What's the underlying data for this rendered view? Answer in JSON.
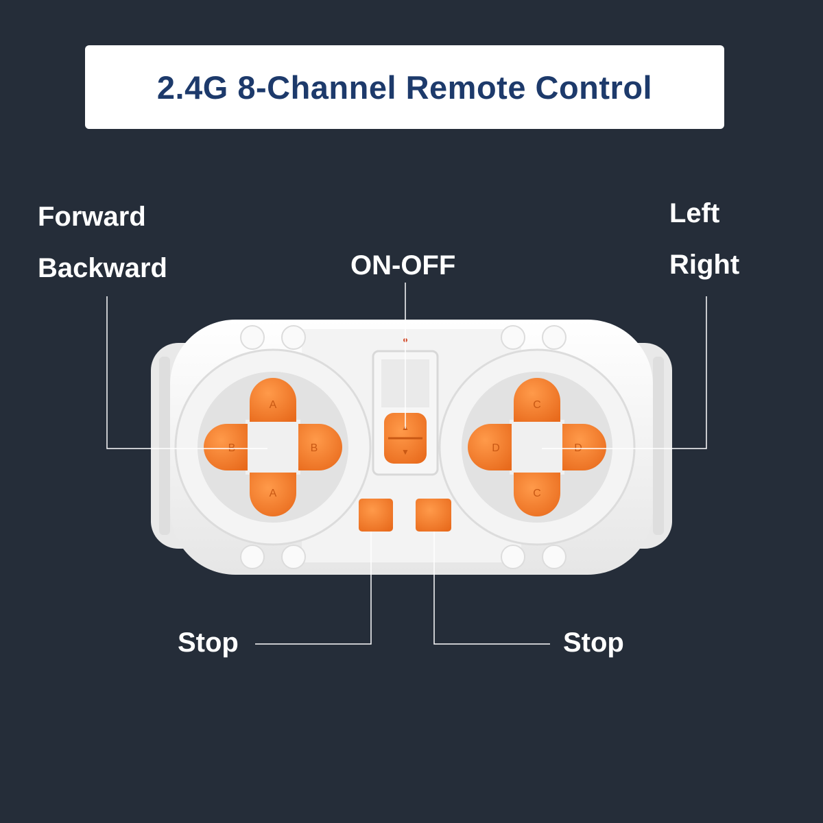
{
  "title": "2.4G 8-Channel Remote Control",
  "labels": {
    "forward": "Forward",
    "backward": "Backward",
    "on_off": "ON-OFF",
    "left": "Left",
    "right": "Right",
    "stop_left": "Stop",
    "stop_right": "Stop"
  },
  "buttons": {
    "left_dpad": {
      "up": "A",
      "down": "A",
      "left": "B",
      "right": "B"
    },
    "right_dpad": {
      "up": "C",
      "down": "C",
      "left": "D",
      "right": "D"
    }
  },
  "colors": {
    "background": "#252d39",
    "title_text": "#1d3a6b",
    "button_orange": "#f07a2a",
    "controller_body": "#f2f2f2"
  }
}
